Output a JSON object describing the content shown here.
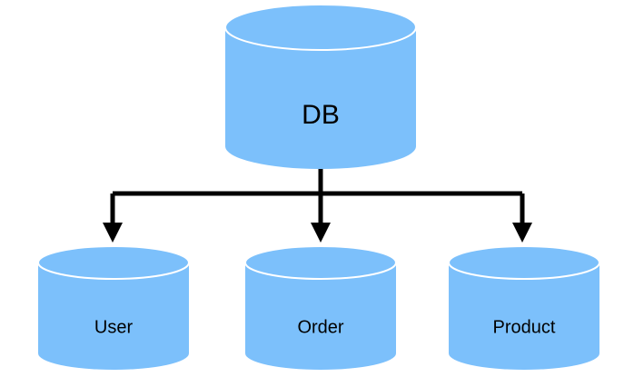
{
  "diagram": {
    "colors": {
      "cylinder_fill": "#7cc0fb",
      "cylinder_stroke": "#ffffff",
      "connector": "#000000"
    },
    "nodes": {
      "db": {
        "label": "DB",
        "icon": "database-icon"
      },
      "user": {
        "label": "User",
        "icon": "database-icon"
      },
      "order": {
        "label": "Order",
        "icon": "database-icon"
      },
      "product": {
        "label": "Product",
        "icon": "database-icon"
      }
    },
    "edges": [
      {
        "from": "db",
        "to": "user"
      },
      {
        "from": "db",
        "to": "order"
      },
      {
        "from": "db",
        "to": "product"
      }
    ]
  }
}
